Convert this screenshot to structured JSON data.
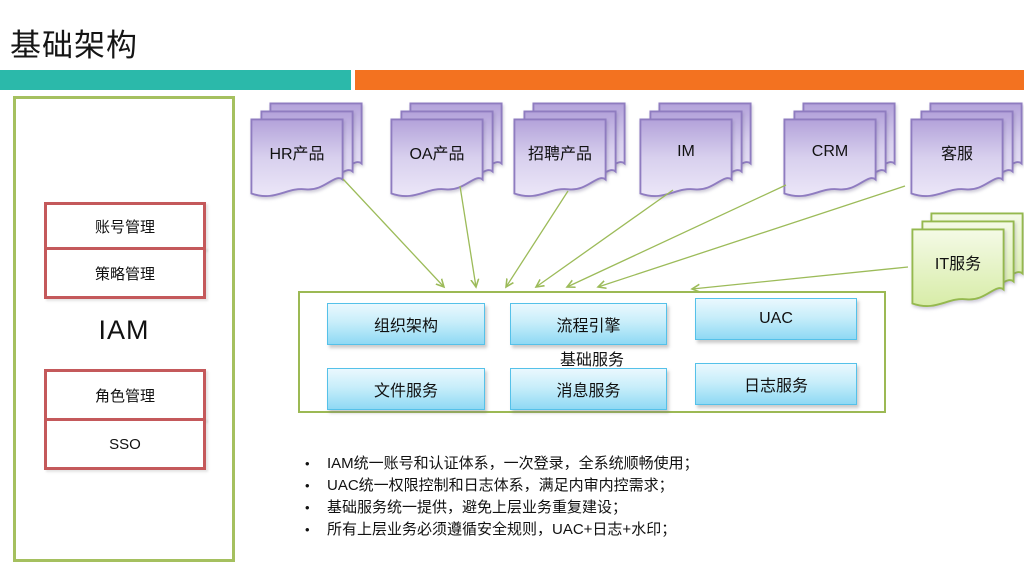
{
  "title": "基础架构",
  "colors": {
    "teal_bar": "#2BB9AA",
    "orange_bar": "#F37220",
    "olive_border": "#9CB954",
    "red_border": "#C4595B",
    "blue_box_border": "#55C1E9",
    "purple_doc_border": "#8F7CC0",
    "green_doc_border": "#95B94E",
    "arrow_green": "#9CBB59"
  },
  "iam_panel": {
    "title": "IAM",
    "top_items": [
      "账号管理",
      "策略管理"
    ],
    "bottom_items": [
      "角色管理",
      "SSO"
    ]
  },
  "stacks": [
    {
      "label": "HR产品"
    },
    {
      "label": "OA产品"
    },
    {
      "label": "招聘产品"
    },
    {
      "label": "IM"
    },
    {
      "label": "CRM"
    },
    {
      "label": "客服"
    }
  ],
  "it_stack": {
    "label": "IT服务"
  },
  "services": {
    "title": "基础服务",
    "row1": [
      "组织架构",
      "流程引擎",
      "UAC"
    ],
    "row2": [
      "文件服务",
      "消息服务",
      "日志服务"
    ]
  },
  "bullets": [
    "IAM统一账号和认证体系，一次登录，全系统顺畅使用；",
    "UAC统一权限控制和日志体系，满足内审内控需求；",
    "基础服务统一提供，避免上层业务重复建设；",
    "所有上层业务必须遵循安全规则，UAC+日志+水印；"
  ]
}
